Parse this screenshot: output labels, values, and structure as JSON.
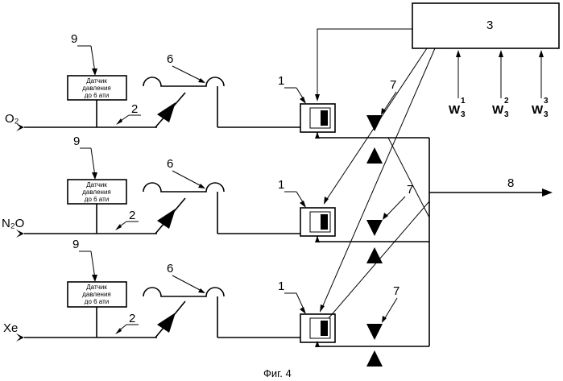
{
  "controller": {
    "label": "3"
  },
  "inputs": [
    {
      "symbol": "W",
      "sub": "3",
      "sup": "1"
    },
    {
      "symbol": "W",
      "sub": "3",
      "sup": "2"
    },
    {
      "symbol": "W",
      "sub": "3",
      "sup": "3"
    }
  ],
  "output": {
    "label": "8"
  },
  "lines": [
    {
      "gas": "O₂",
      "sensor_label": "9",
      "sensor_text": [
        "Датчик",
        "давления",
        "до 6 ати"
      ],
      "pipe_label": "2",
      "reducer_label": "6",
      "valve_label": "1",
      "check_label": "7"
    },
    {
      "gas": "N₂O",
      "sensor_label": "9",
      "sensor_text": [
        "Датчик",
        "давления",
        "до 6 ати"
      ],
      "pipe_label": "2",
      "reducer_label": "6",
      "valve_label": "1",
      "check_label": "7"
    },
    {
      "gas": "Xe",
      "sensor_label": "9",
      "sensor_text": [
        "Датчик",
        "давления",
        "до 6 ати"
      ],
      "pipe_label": "2",
      "reducer_label": "6",
      "valve_label": "1",
      "check_label": "7"
    }
  ],
  "caption": "Фиг. 4"
}
